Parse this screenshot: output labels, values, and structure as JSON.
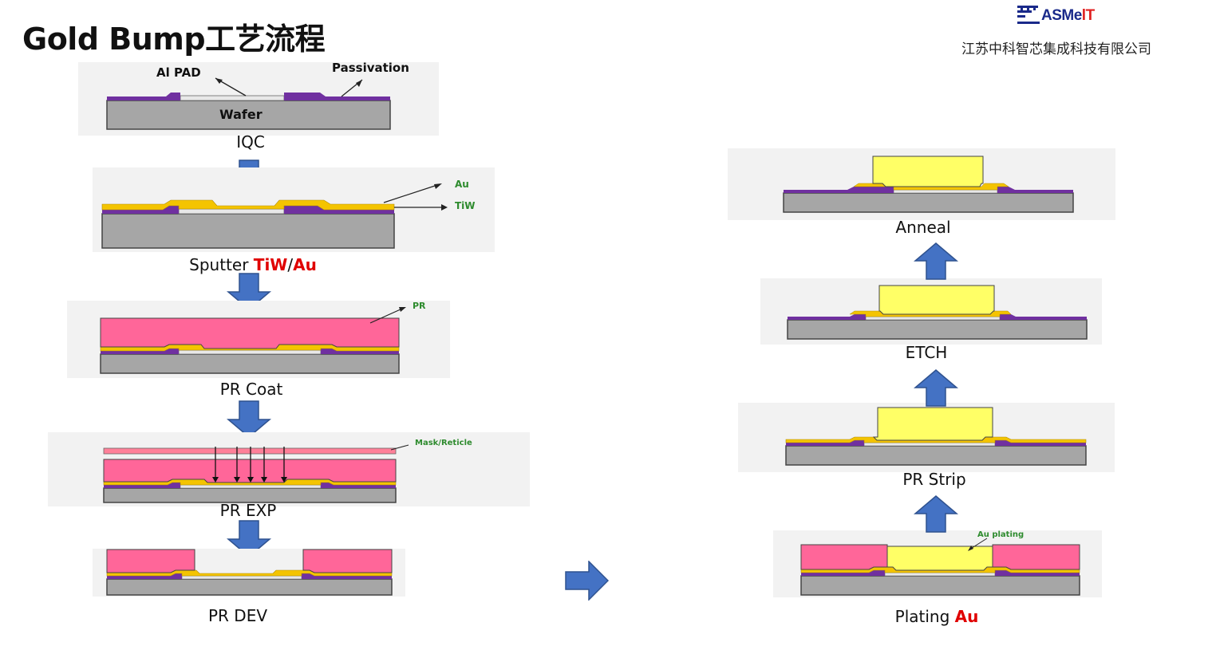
{
  "header": {
    "title": "Gold Bump工艺流程",
    "logo_text_main": "ASMe",
    "logo_text_accent": "lT",
    "company": "江苏中科智芯集成科技有限公司"
  },
  "callouts": {
    "al_pad": "Al PAD",
    "passivation": "Passivation",
    "wafer": "Wafer",
    "au": "Au",
    "tiw": "TiW",
    "pr": "PR",
    "mask": "Mask/Reticle",
    "au_plating": "Au plating"
  },
  "steps": {
    "iqc": "IQC",
    "sputter_prefix": "Sputter ",
    "sputter_highlight_a": "TiW",
    "sputter_slash": "/",
    "sputter_highlight_b": "Au",
    "pr_coat": "PR Coat",
    "pr_exp": "PR EXP",
    "pr_dev": "PR DEV",
    "plating_prefix": "Plating ",
    "plating_highlight": "Au",
    "pr_strip": "PR Strip",
    "etch": "ETCH",
    "anneal": "Anneal"
  },
  "colors": {
    "wafer": "#a6a6a6",
    "passivation": "#7030a0",
    "tiw_au": "#f4c400",
    "pad": "#e8e8e8",
    "pr": "#ff6699",
    "gold_bump": "#ffff66",
    "flow_arrow": "#4472c4",
    "highlight": "#e00000"
  }
}
